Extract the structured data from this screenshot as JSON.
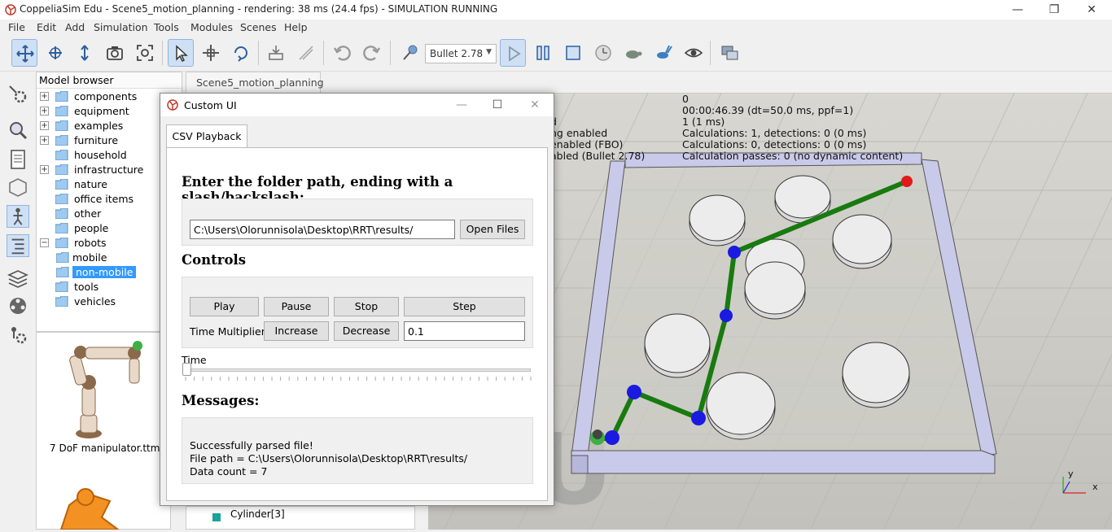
{
  "window": {
    "title": "CoppeliaSim Edu - Scene5_motion_planning - rendering: 38 ms (24.4 fps) - SIMULATION RUNNING",
    "minimize": "—",
    "restore": "❐",
    "close": "✕"
  },
  "menu": [
    "File",
    "Edit",
    "Add",
    "Simulation",
    "Tools",
    "Modules",
    "Scenes",
    "Help"
  ],
  "toolbar": {
    "engine": "Bullet 2.78"
  },
  "model_browser": {
    "header": "Model browser",
    "items": [
      {
        "label": "components",
        "expandable": true
      },
      {
        "label": "equipment",
        "expandable": true
      },
      {
        "label": "examples",
        "expandable": true
      },
      {
        "label": "furniture",
        "expandable": true
      },
      {
        "label": "household",
        "expandable": false
      },
      {
        "label": "infrastructure",
        "expandable": true
      },
      {
        "label": "nature",
        "expandable": false
      },
      {
        "label": "office items",
        "expandable": false
      },
      {
        "label": "other",
        "expandable": false
      },
      {
        "label": "people",
        "expandable": false
      },
      {
        "label": "robots",
        "expandable": true,
        "expanded": true
      },
      {
        "label": "mobile",
        "child": true
      },
      {
        "label": "non-mobile",
        "child": true,
        "selected": true
      },
      {
        "label": "tools",
        "expandable": false
      },
      {
        "label": "vehicles",
        "expandable": false
      }
    ],
    "expander_plus": "+",
    "expander_minus": "−"
  },
  "preview": {
    "caption": "7 DoF manipulator.ttm"
  },
  "scene_tab": "Scene5_motion_planning",
  "scene_info": {
    "left_lines": [
      "d",
      "ng enabled",
      "enabled (FBO)",
      "abled (Bullet 2.78)"
    ],
    "right_lines": [
      "0",
      "00:00:46.39 (dt=50.0 ms, ppf=1)",
      "1 (1 ms)",
      "Calculations: 1, detections: 0 (0 ms)",
      "Calculations: 0, detections: 0 (0 ms)",
      "Calculation passes: 0 (no dynamic content)"
    ],
    "hierarchy_peek": "Cylinder[3]",
    "axis_y": "y",
    "axis_x": "x"
  },
  "dialog": {
    "title": "Custom UI",
    "minimize": "—",
    "maximize": "☐",
    "close": "✕",
    "tab": "CSV Playback",
    "folder_heading": "Enter the folder path, ending with a slash/backslash:",
    "folder_path": "C:\\Users\\Olorunnisola\\Desktop\\RRT\\results/",
    "open_files": "Open Files",
    "controls_heading": "Controls",
    "play": "Play",
    "pause": "Pause",
    "stop": "Stop",
    "step": "Step",
    "time_multiplier_label": "Time Multiplier",
    "increase": "Increase",
    "decrease": "Decrease",
    "multiplier_value": "0.1",
    "time_label": "Time",
    "time_fraction": 0.0,
    "messages_heading": "Messages:",
    "messages": [
      "Successfully parsed file!",
      "File path = C:\\Users\\Olorunnisola\\Desktop\\RRT\\results/",
      "Data count = 7"
    ]
  }
}
